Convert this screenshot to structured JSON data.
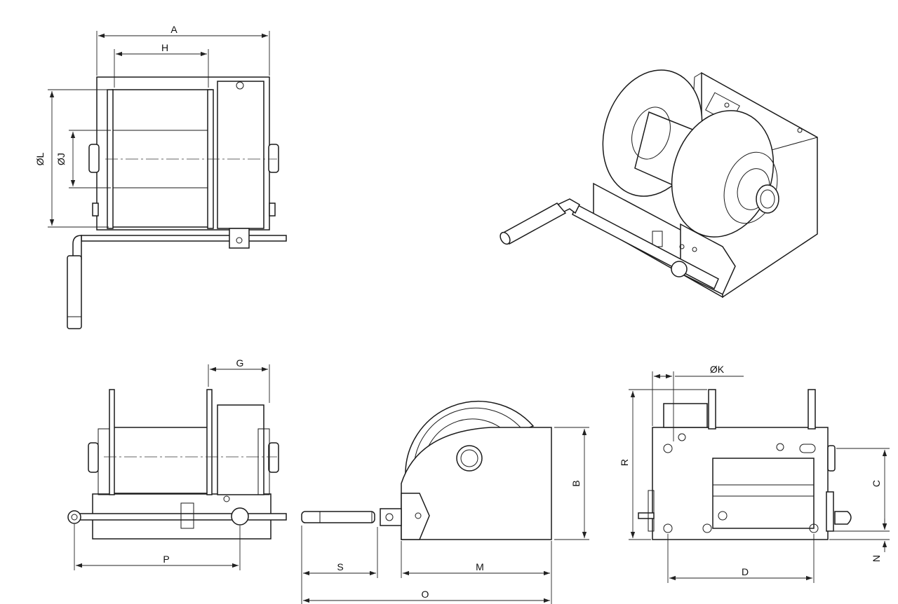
{
  "dimension_labels": {
    "A": "A",
    "H": "H",
    "L": "ØL",
    "J": "ØJ",
    "G": "G",
    "P": "P",
    "S": "S",
    "M": "M",
    "O": "O",
    "B": "B",
    "K": "ØK",
    "R": "R",
    "C": "C",
    "N": "N",
    "D": "D"
  }
}
